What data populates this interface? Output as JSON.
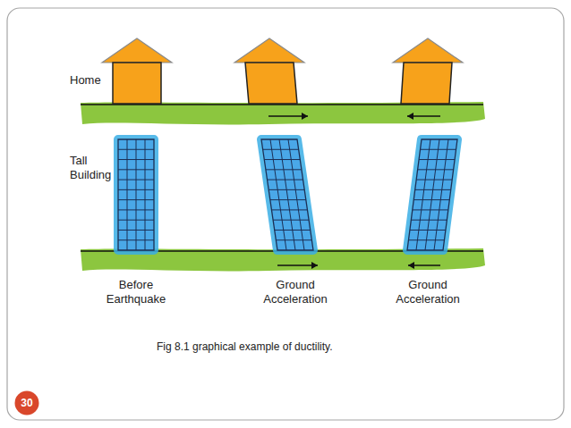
{
  "diagram": {
    "caption": "Fig 8.1 graphical example of ductility.",
    "nodes": [
      {
        "text": [
          "30"
        ]
      }
    ],
    "labels": [
      "Home",
      "Tall Building",
      "Before Earthquake",
      "Ground Acceleration",
      "Ground Acceleration"
    ]
  }
}
